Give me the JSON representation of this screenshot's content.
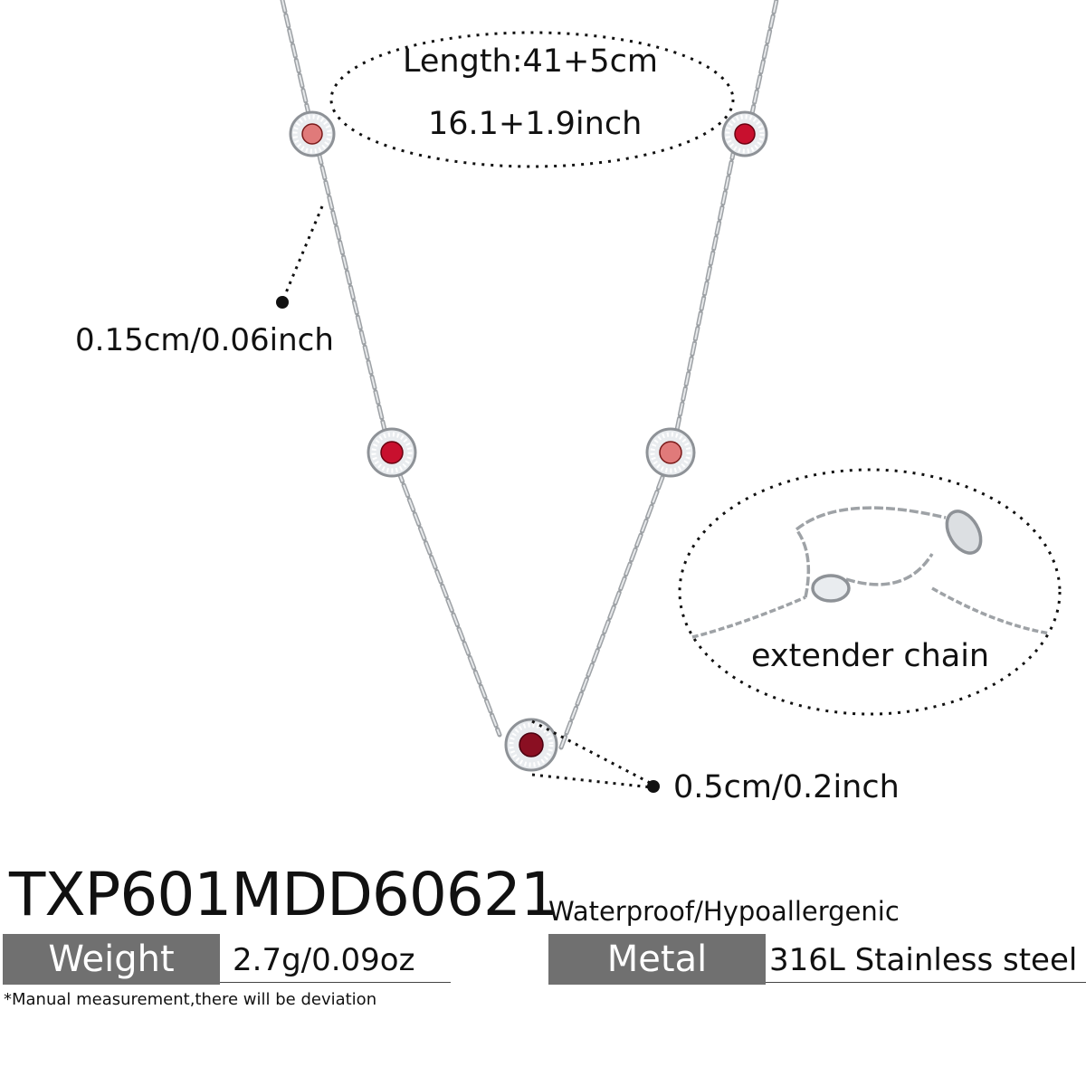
{
  "annotations": {
    "length_cm": "Length:41+5cm",
    "length_inch": "16.1+1.9inch",
    "wire_thickness": "0.15cm/0.06inch",
    "extender_label": "extender  chain",
    "pendant_size": "0.5cm/0.2inch"
  },
  "product": {
    "sku": "TXP601MDD60621",
    "features": "Waterproof/Hypoallergenic"
  },
  "specs": {
    "weight_label": "Weight",
    "weight_value": "2.7g/0.09oz",
    "metal_label": "Metal",
    "metal_value": "316L Stainless steel"
  },
  "footnote": "*Manual measurement,there will be deviation",
  "colors": {
    "chain_silver": "#b9bcc0",
    "stone_red": "#c8102e",
    "stone_pink": "#e07a7a",
    "stone_dark": "#8a0f22",
    "tag_gray": "#707070"
  }
}
